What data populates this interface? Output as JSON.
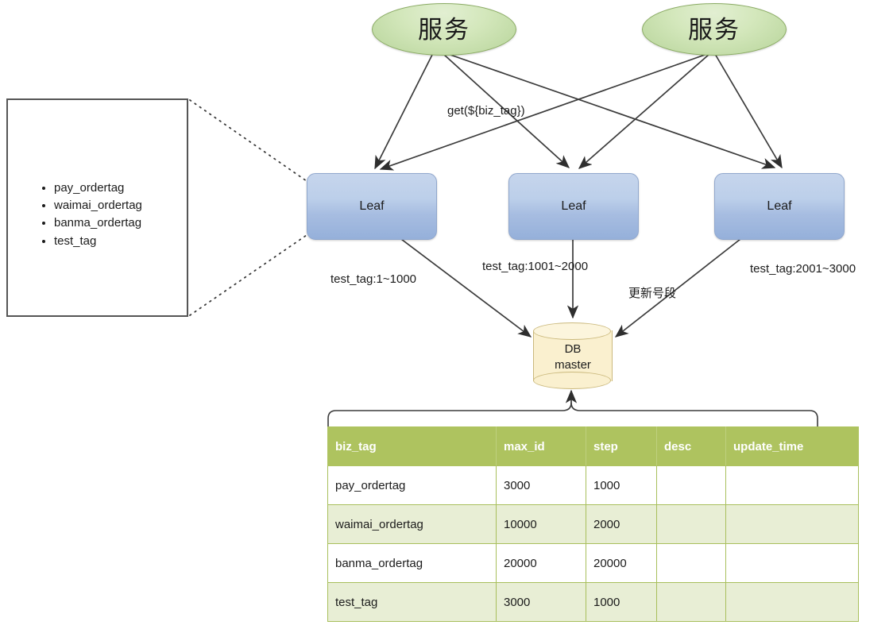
{
  "diagram": {
    "services": [
      {
        "label": "服务"
      },
      {
        "label": "服务"
      }
    ],
    "leaves": [
      {
        "label": "Leaf"
      },
      {
        "label": "Leaf"
      },
      {
        "label": "Leaf"
      }
    ],
    "database": {
      "line1": "DB",
      "line2": "master"
    },
    "edge_labels": {
      "get_request": "get(${biz_tag})",
      "range_leaf_1": "test_tag:1~1000",
      "range_leaf_2": "test_tag:1001~2000",
      "range_leaf_3": "test_tag:2001~3000",
      "update_segment": "更新号段"
    },
    "tag_callout": {
      "items": [
        "pay_ordertag",
        "waimai_ordertag",
        "banma_ordertag",
        "test_tag"
      ]
    },
    "colors": {
      "service_fill": "#c8e0ab",
      "service_border": "#8aab63",
      "leaf_fill": "#b3c8e6",
      "leaf_border": "#90a7cd",
      "db_fill": "#faf0cf",
      "db_border": "#cbb97d",
      "table_header": "#aec35f",
      "table_row_alt": "#e8eed5",
      "edge_stroke": "#3b3b3b",
      "callout_border": "#555555"
    }
  },
  "table": {
    "columns": [
      "biz_tag",
      "max_id",
      "step",
      "desc",
      "update_time"
    ],
    "rows": [
      {
        "biz_tag": "pay_ordertag",
        "max_id": "3000",
        "step": "1000",
        "desc": "",
        "update_time": ""
      },
      {
        "biz_tag": "waimai_ordertag",
        "max_id": "10000",
        "step": "2000",
        "desc": "",
        "update_time": ""
      },
      {
        "biz_tag": "banma_ordertag",
        "max_id": "20000",
        "step": "20000",
        "desc": "",
        "update_time": ""
      },
      {
        "biz_tag": "test_tag",
        "max_id": "3000",
        "step": "1000",
        "desc": "",
        "update_time": ""
      }
    ]
  }
}
